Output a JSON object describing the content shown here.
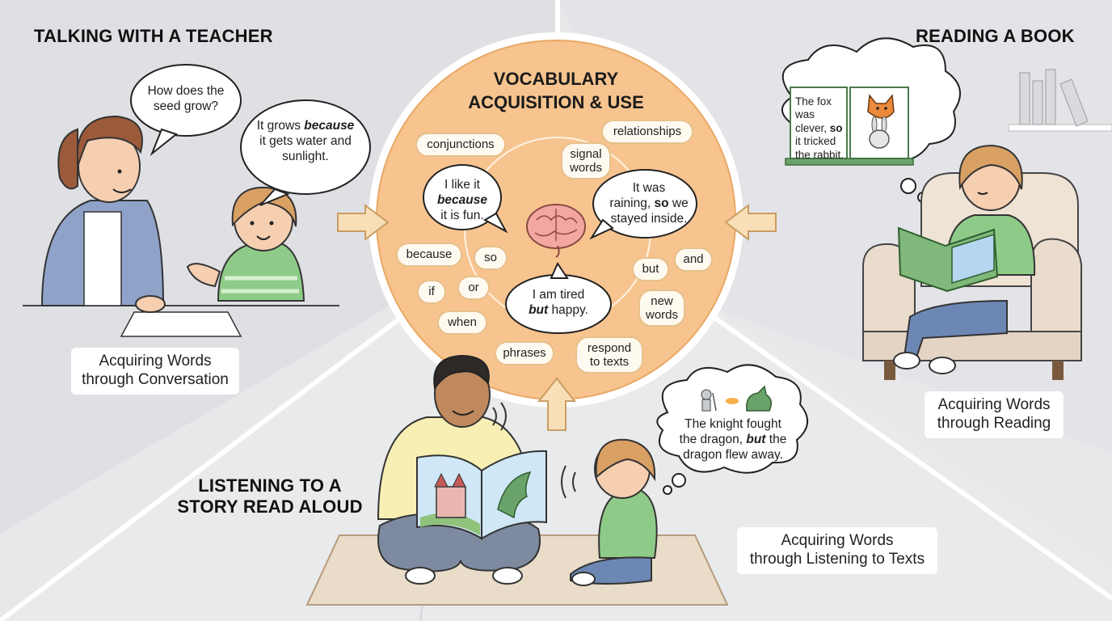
{
  "center": {
    "title_line1": "VOCABULARY",
    "title_line2": "ACQUISITION & USE",
    "pills": {
      "conjunctions": "conjunctions",
      "relationships": "relationships",
      "signal_words_1": "signal",
      "signal_words_2": "words",
      "because": "because",
      "so": "so",
      "if": "if",
      "or": "or",
      "when": "when",
      "but": "but",
      "and": "and",
      "new_words_1": "new",
      "new_words_2": "words",
      "phrases": "phrases",
      "respond_1": "respond",
      "respond_2": "to texts"
    },
    "bubbles": {
      "like_1": "I like it",
      "like_2": "because",
      "like_3": "it is fun.",
      "rain_1": "It was",
      "rain_2a": "raining, ",
      "rain_2b": "so",
      "rain_2c": " we",
      "rain_3": "stayed inside.",
      "tired_1": "I am tired",
      "tired_2a": "but",
      "tired_2b": " happy."
    }
  },
  "teacher_panel": {
    "heading": "TALKING WITH A TEACHER",
    "question_1": "How does the",
    "question_2": "seed grow?",
    "answer_1a": "It grows ",
    "answer_1b": "because",
    "answer_2": "it gets water and",
    "answer_3": "sunlight.",
    "caption_1": "Acquiring Words",
    "caption_2": "through Conversation"
  },
  "reading_panel": {
    "heading": "READING A BOOK",
    "book_1": "The fox was",
    "book_2a": "clever, ",
    "book_2b": "so",
    "book_3": "it tricked",
    "book_4": "the rabbit.",
    "caption_1": "Acquiring Words",
    "caption_2": "through Reading"
  },
  "listening_panel": {
    "heading_1": "LISTENING TO A",
    "heading_2": "STORY READ ALOUD",
    "thought_1": "The knight fought",
    "thought_2a": "the dragon, ",
    "thought_2b": "but",
    "thought_2c": " the",
    "thought_3": "dragon flew away.",
    "caption_1": "Acquiring Words",
    "caption_2": "through Listening to Texts"
  },
  "colors": {
    "center_fill": "#f7c48f",
    "center_ring": "#ffffff",
    "pill_border": "#e6c08c",
    "arrow_fill": "#f9dfb8",
    "arrow_stroke": "#c99d62"
  }
}
